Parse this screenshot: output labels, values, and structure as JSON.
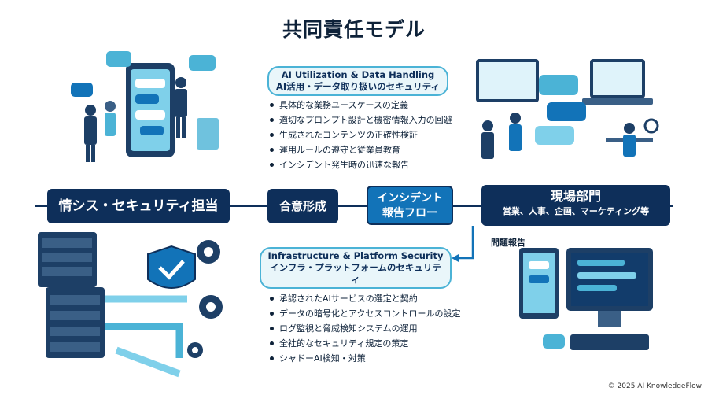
{
  "title": "共同責任モデル",
  "top_section": {
    "heading_en": "AI Utilization & Data Handling",
    "heading_ja": "AI活用・データ取り扱いのセキュリティ",
    "items": [
      "具体的な業務ユースケースの定義",
      "適切なプロンプト設計と機密情報入力の回避",
      "生成されたコンテンツの正確性検証",
      "運用ルールの遵守と従業員教育",
      "インシデント発生時の迅速な報告"
    ]
  },
  "flow": {
    "it_security": "情シス・セキュリティ担当",
    "consensus": "合意形成",
    "incident_line1": "インシデント",
    "incident_line2": "報告フロー",
    "field_title": "現場部門",
    "field_subtitle": "営業、人事、企画、マーケティング等",
    "report_label": "問題報告"
  },
  "bottom_section": {
    "heading_en": "Infrastructure & Platform Security",
    "heading_ja": "インフラ・プラットフォームのセキュリティ",
    "items": [
      "承認されたAIサービスの選定と契約",
      "データの暗号化とアクセスコントロールの設定",
      "ログ監視と脅威検知システムの運用",
      "全社的なセキュリティ規定の策定",
      "シャドーAI検知・対策"
    ]
  },
  "copyright": "© 2025 AI KnowledgeFlow",
  "colors": {
    "navy": "#0e2f5a",
    "accent_blue": "#1273b8",
    "cyan": "#4bb3d6"
  }
}
